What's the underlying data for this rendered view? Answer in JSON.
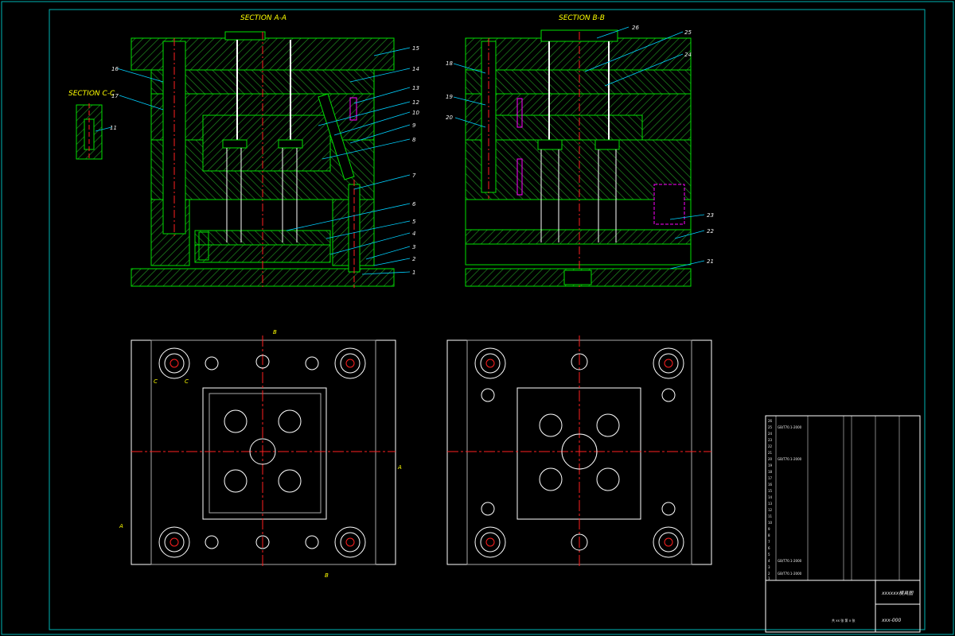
{
  "colors": {
    "background": "#000000",
    "border": "#00b4b4",
    "outline": "#00e000",
    "hatch": "#1f8a1f",
    "centerline": "#ff2020",
    "leader": "#00d0ff",
    "pin": "#ffffff",
    "label": "#ffff00",
    "magenta": "#ff00ff"
  },
  "sections": {
    "aa": "SECTION A-A",
    "bb": "SECTION B-B",
    "cc": "SECTION C-C"
  },
  "markers": {
    "a_left": "A",
    "a_right": "A",
    "b_top": "B",
    "b_bottom": "B",
    "c_left": "C",
    "c_right": "C"
  },
  "callouts_aa": [
    "15",
    "14",
    "13",
    "12",
    "10",
    "9",
    "8",
    "7",
    "6",
    "5",
    "4",
    "3",
    "2",
    "1",
    "16",
    "17"
  ],
  "callouts_bb": [
    "26",
    "25",
    "24",
    "18",
    "19",
    "20",
    "23",
    "22",
    "21"
  ],
  "callout_cc": "11",
  "title_block": {
    "rows": [
      {
        "no": "26",
        "std": ""
      },
      {
        "no": "25",
        "std": "GB/T70.1-2000"
      },
      {
        "no": "24",
        "std": ""
      },
      {
        "no": "23",
        "std": ""
      },
      {
        "no": "22",
        "std": ""
      },
      {
        "no": "21",
        "std": "GB/T70.1-2000"
      },
      {
        "no": "20",
        "std": ""
      },
      {
        "no": "19",
        "std": ""
      },
      {
        "no": "18",
        "std": ""
      },
      {
        "no": "17",
        "std": ""
      },
      {
        "no": "16",
        "std": ""
      },
      {
        "no": "15",
        "std": ""
      },
      {
        "no": "14",
        "std": ""
      },
      {
        "no": "13",
        "std": ""
      },
      {
        "no": "12",
        "std": ""
      },
      {
        "no": "11",
        "std": ""
      },
      {
        "no": "10",
        "std": ""
      },
      {
        "no": "9",
        "std": ""
      },
      {
        "no": "8",
        "std": ""
      },
      {
        "no": "7",
        "std": ""
      },
      {
        "no": "6",
        "std": ""
      },
      {
        "no": "5",
        "std": ""
      },
      {
        "no": "4",
        "std": "GB/T70.1-2000"
      },
      {
        "no": "3",
        "std": ""
      },
      {
        "no": "2",
        "std": "GB/T70.1-2000"
      },
      {
        "no": "1",
        "std": ""
      }
    ],
    "drawing_title": "xxxxxx模具图",
    "drawing_number": "xxx-000",
    "sheet_info": "共 xx 张 第 x 张"
  }
}
